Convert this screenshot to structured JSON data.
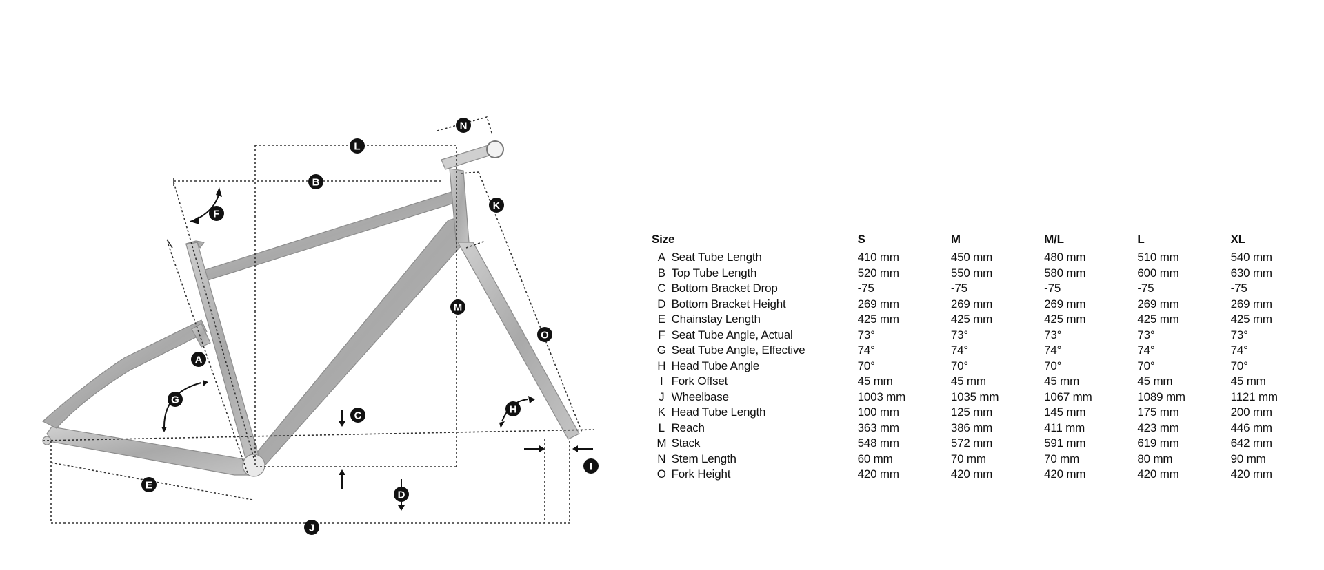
{
  "diagram": {
    "markers": [
      "A",
      "B",
      "C",
      "D",
      "E",
      "F",
      "G",
      "H",
      "I",
      "J",
      "K",
      "L",
      "M",
      "N",
      "O"
    ],
    "colors": {
      "frame": "#b5b5b5",
      "frame_dark": "#8d8d8d",
      "lines": "#333333",
      "marker": "#111111"
    }
  },
  "table": {
    "header": {
      "label": "Size",
      "sizes": [
        "S",
        "M",
        "M/L",
        "L",
        "XL"
      ]
    },
    "rows": [
      {
        "code": "A",
        "name": "Seat Tube Length",
        "values": [
          "410 mm",
          "450 mm",
          "480 mm",
          "510 mm",
          "540 mm"
        ]
      },
      {
        "code": "B",
        "name": "Top Tube Length",
        "values": [
          "520 mm",
          "550 mm",
          "580 mm",
          "600 mm",
          "630 mm"
        ]
      },
      {
        "code": "C",
        "name": "Bottom Bracket Drop",
        "values": [
          "-75",
          "-75",
          "-75",
          "-75",
          "-75"
        ]
      },
      {
        "code": "D",
        "name": "Bottom Bracket Height",
        "values": [
          "269 mm",
          "269 mm",
          "269 mm",
          "269 mm",
          "269 mm"
        ]
      },
      {
        "code": "E",
        "name": "Chainstay Length",
        "values": [
          "425 mm",
          "425 mm",
          "425 mm",
          "425 mm",
          "425 mm"
        ]
      },
      {
        "code": "F",
        "name": "Seat Tube Angle, Actual",
        "values": [
          "73°",
          "73°",
          "73°",
          "73°",
          "73°"
        ]
      },
      {
        "code": "G",
        "name": "Seat Tube Angle, Effective",
        "values": [
          "74°",
          "74°",
          "74°",
          "74°",
          "74°"
        ]
      },
      {
        "code": "H",
        "name": "Head Tube Angle",
        "values": [
          "70°",
          "70°",
          "70°",
          "70°",
          "70°"
        ]
      },
      {
        "code": "I",
        "name": "Fork Offset",
        "values": [
          "45 mm",
          "45 mm",
          "45 mm",
          "45 mm",
          "45 mm"
        ]
      },
      {
        "code": "J",
        "name": "Wheelbase",
        "values": [
          "1003 mm",
          "1035 mm",
          "1067 mm",
          "1089 mm",
          "1121 mm"
        ]
      },
      {
        "code": "K",
        "name": "Head Tube Length",
        "values": [
          "100 mm",
          "125 mm",
          "145 mm",
          "175 mm",
          "200 mm"
        ]
      },
      {
        "code": "L",
        "name": "Reach",
        "values": [
          "363 mm",
          "386 mm",
          "411 mm",
          "423 mm",
          "446 mm"
        ]
      },
      {
        "code": "M",
        "name": "Stack",
        "values": [
          "548 mm",
          "572 mm",
          "591 mm",
          "619 mm",
          "642 mm"
        ]
      },
      {
        "code": "N",
        "name": "Stem Length",
        "values": [
          "60 mm",
          "70 mm",
          "70 mm",
          "80 mm",
          "90 mm"
        ]
      },
      {
        "code": "O",
        "name": "Fork Height",
        "values": [
          "420 mm",
          "420 mm",
          "420 mm",
          "420 mm",
          "420 mm"
        ]
      }
    ]
  }
}
